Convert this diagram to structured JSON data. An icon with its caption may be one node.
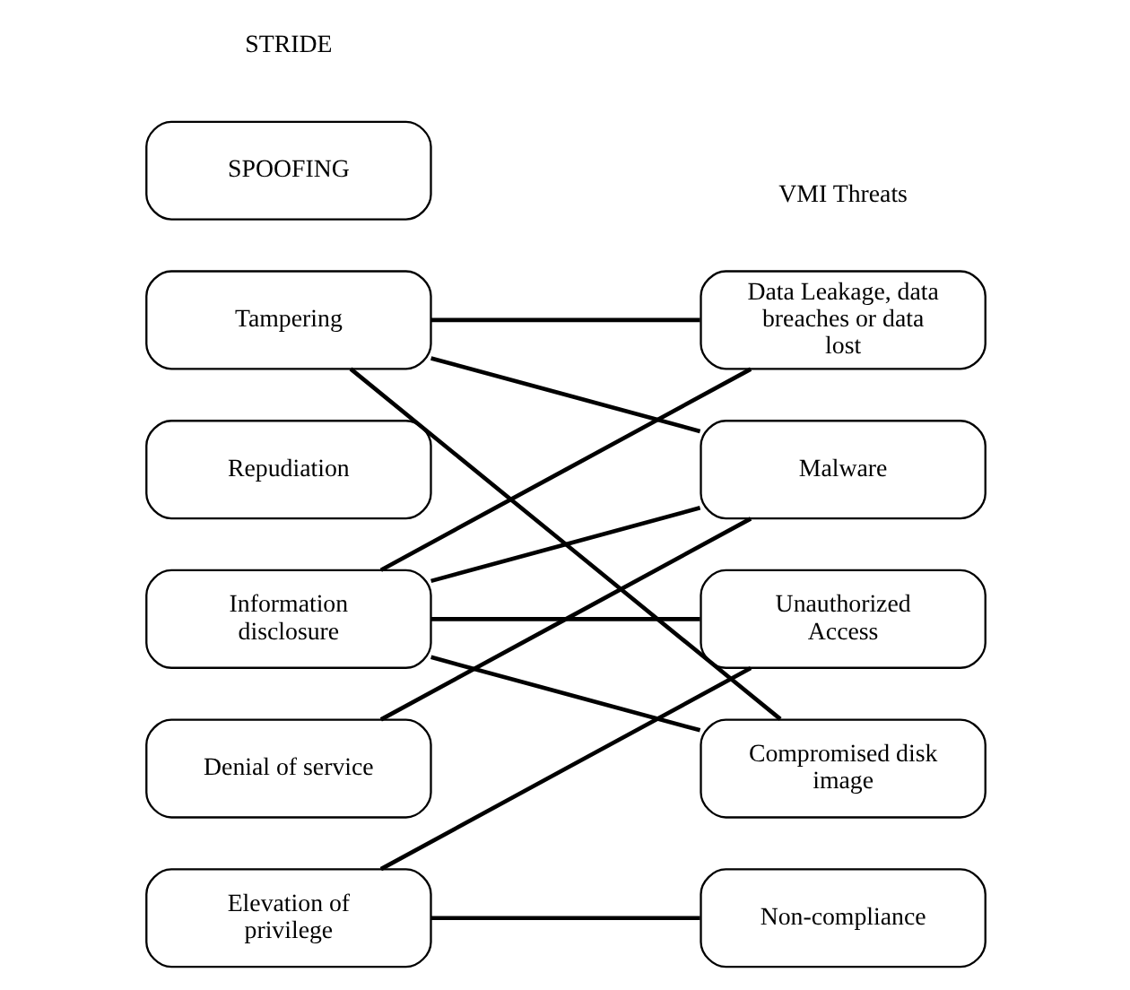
{
  "diagram": {
    "nodes": [
      {
        "text": [
          "SPOOFING"
        ]
      },
      {
        "text": [
          "Tampering"
        ]
      },
      {
        "text": [
          "Repudiation"
        ]
      },
      {
        "text": [
          "Information disclosure"
        ]
      },
      {
        "text": [
          "Denial of service"
        ]
      },
      {
        "text": [
          "Elevation of privilege"
        ]
      },
      {
        "text": [
          "Data Leakage, data breaches or data lost"
        ]
      },
      {
        "text": [
          "Malware"
        ]
      },
      {
        "text": [
          "Unauthorized Access"
        ]
      },
      {
        "text": [
          "Compromised disk image"
        ]
      },
      {
        "text": [
          "Non-compliance"
        ]
      }
    ],
    "edges": [
      {
        "from": 1,
        "to": 6,
        "arrow": "none"
      },
      {
        "from": 1,
        "to": 7,
        "arrow": "none"
      },
      {
        "from": 1,
        "to": 9,
        "arrow": "none"
      },
      {
        "from": 3,
        "to": 6,
        "arrow": "none"
      },
      {
        "from": 3,
        "to": 7,
        "arrow": "none"
      },
      {
        "from": 3,
        "to": 8,
        "arrow": "none"
      },
      {
        "from": 3,
        "to": 9,
        "arrow": "none"
      },
      {
        "from": 4,
        "to": 7,
        "arrow": "none"
      },
      {
        "from": 5,
        "to": 8,
        "arrow": "none"
      },
      {
        "from": 5,
        "to": 10,
        "arrow": "none"
      }
    ],
    "labels": [
      "STRIDE",
      "VMI Threats"
    ]
  }
}
